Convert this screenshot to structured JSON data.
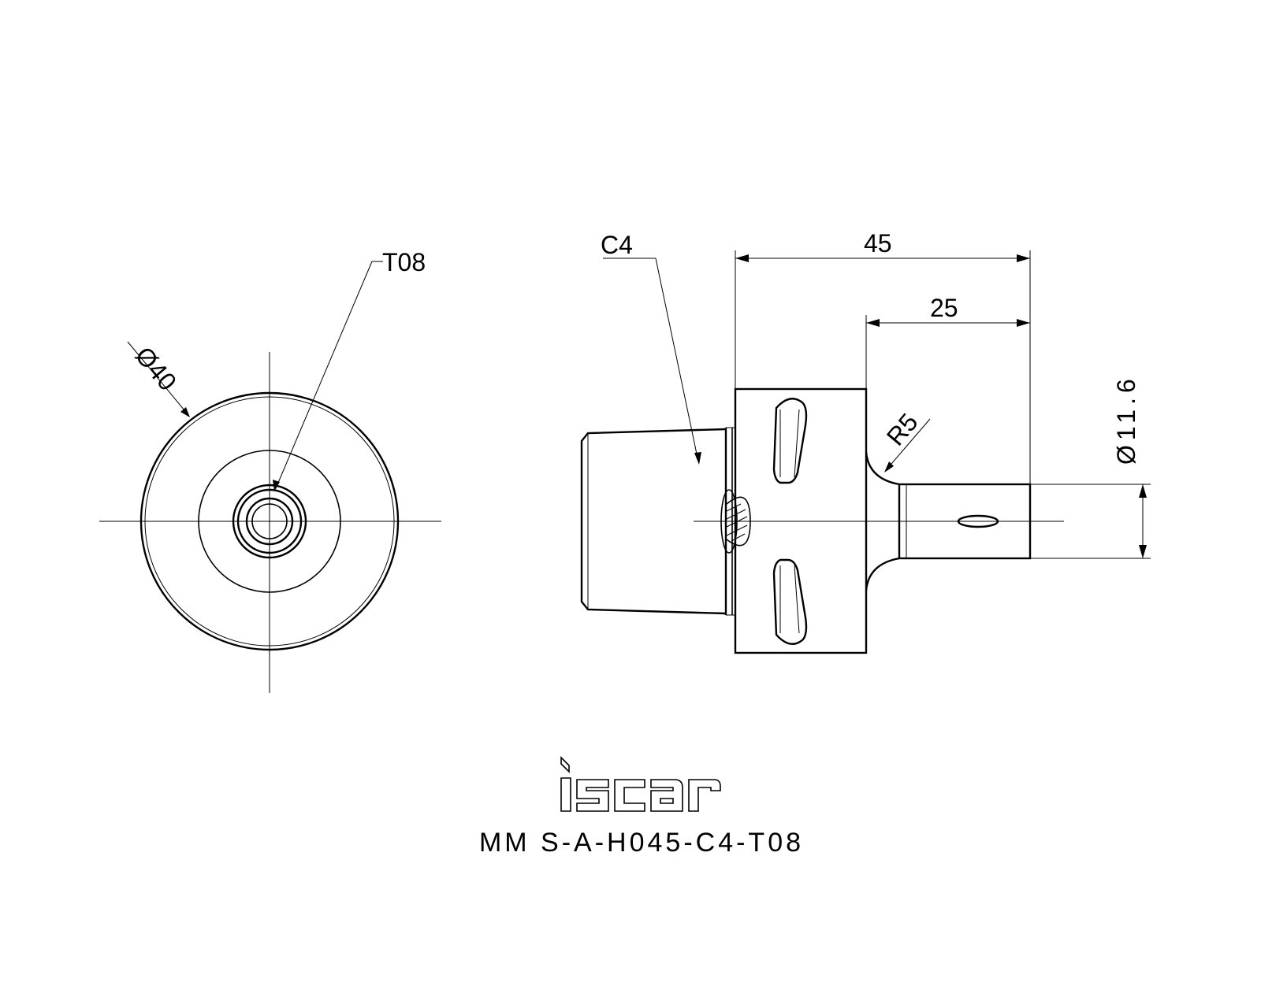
{
  "front_view": {
    "diameter_label": "Ø40",
    "leader_label": "T08"
  },
  "side_view": {
    "connection_label": "C4",
    "overall_length": "45",
    "shank_length": "25",
    "radius_label": "R5",
    "shank_diameter": "Ø11.6"
  },
  "logo": {
    "brand": "iscar"
  },
  "title": {
    "designation": "MM S-A-H045-C4-T08"
  },
  "colors": {
    "line": "#000000",
    "background": "#ffffff"
  }
}
